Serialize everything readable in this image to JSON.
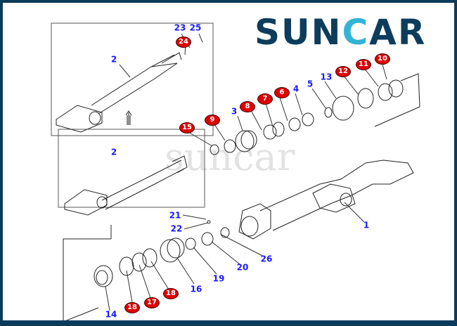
{
  "brand": {
    "logo_a": "SUN",
    "logo_c": "C",
    "logo_b": "AR",
    "watermark": "suncar"
  },
  "labels": {
    "p2a": "2",
    "p23": "23",
    "p25": "25",
    "p24": "24",
    "p2b": "2",
    "p15": "15",
    "p9": "9",
    "p3": "3",
    "p8": "8",
    "p7": "7",
    "p6": "6",
    "p4": "4",
    "p5": "5",
    "p13": "13",
    "p12": "12",
    "p11": "11",
    "p10": "10",
    "p1": "1",
    "p21": "21",
    "p22": "22",
    "p26": "26",
    "p20": "20",
    "p19": "19",
    "p16": "16",
    "p18a": "18",
    "p17": "17",
    "p18b": "18",
    "p14": "14"
  },
  "colors": {
    "border": "#0c3a5a",
    "label_blue": "#1a1aff",
    "badge_red": "#e00000"
  }
}
